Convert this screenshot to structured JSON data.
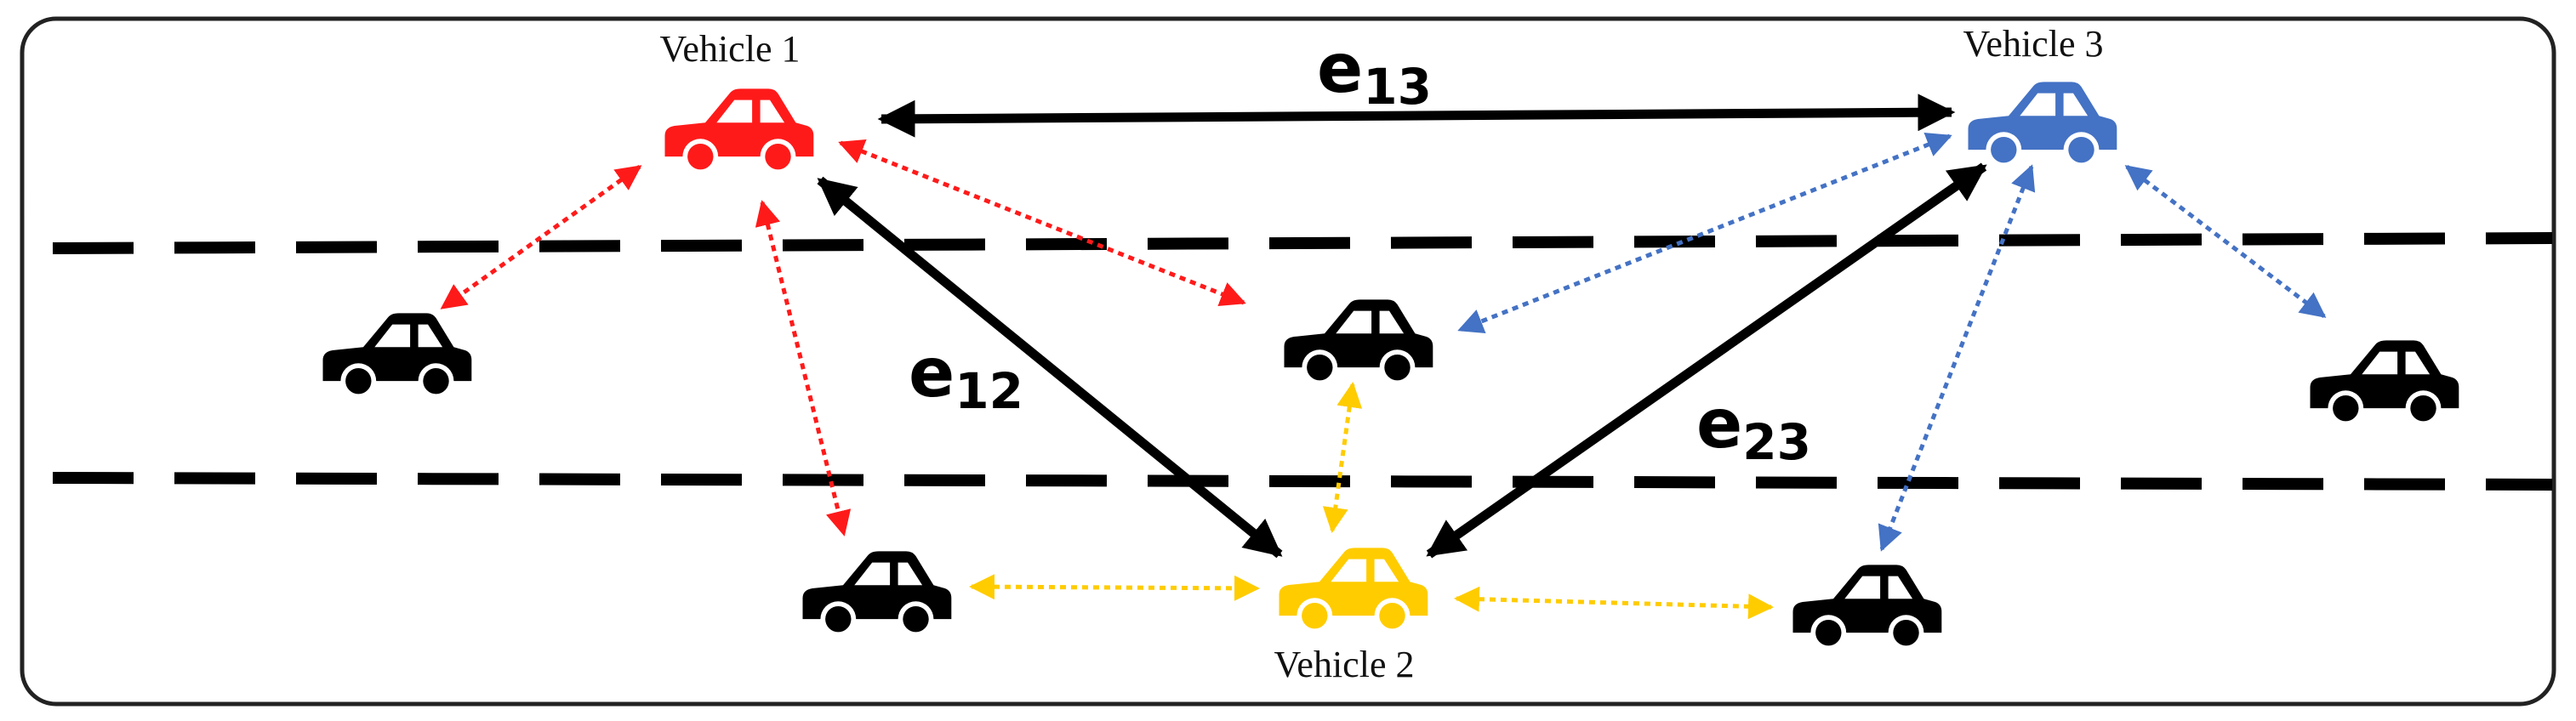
{
  "vehicles": [
    {
      "id": "vehicle-1",
      "label": "Vehicle 1",
      "color": "#ff1a1a"
    },
    {
      "id": "vehicle-2",
      "label": "Vehicle 2",
      "color": "#ffcc00"
    },
    {
      "id": "vehicle-3",
      "label": "Vehicle 3",
      "color": "#4472c4"
    }
  ],
  "edges": [
    {
      "id": "e12",
      "base": "e",
      "sub": "12"
    },
    {
      "id": "e13",
      "base": "e",
      "sub": "13"
    },
    {
      "id": "e23",
      "base": "e",
      "sub": "23"
    }
  ],
  "other_vehicle_color": "#000000"
}
